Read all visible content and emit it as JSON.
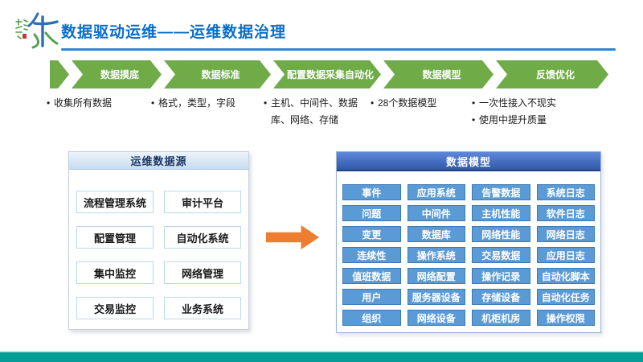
{
  "header": {
    "title": "数据驱动运维——运维数据治理"
  },
  "process": {
    "steps": [
      {
        "label": "数据摸底",
        "bullets": [
          "收集所有数据"
        ]
      },
      {
        "label": "数据标准",
        "bullets": [
          "格式，类型，字段"
        ]
      },
      {
        "label": "配置数据采集自动化",
        "bullets": [
          "主机、中间件、数据库、网络、存储"
        ]
      },
      {
        "label": "数据模型",
        "bullets": [
          "28个数据模型"
        ]
      },
      {
        "label": "反馈优化",
        "bullets": [
          "一次性接入不现实",
          "使用中提升质量"
        ]
      }
    ]
  },
  "source_panel": {
    "title": "运维数据源",
    "items": [
      "流程管理系统",
      "审计平台",
      "配置管理",
      "自动化系统",
      "集中监控",
      "网络管理",
      "交易监控",
      "业务系统"
    ]
  },
  "model_panel": {
    "title": "数据模型",
    "items": [
      "事件",
      "应用系统",
      "告警数据",
      "系统日志",
      "问题",
      "中间件",
      "主机性能",
      "软件日志",
      "变更",
      "数据库",
      "网络性能",
      "网络日志",
      "连续性",
      "操作系统",
      "交易数据",
      "应用日志",
      "值班数据",
      "网络配置",
      "操作记录",
      "自动化脚本",
      "用户",
      "服务器设备",
      "存储设备",
      "自动化任务",
      "组织",
      "网络设备",
      "机柜机房",
      "操作权限"
    ]
  },
  "colors": {
    "title_blue": "#0B6EC8",
    "underline_blue": "#2E86D6",
    "chevron_green": "#6FAC47",
    "arrow_orange": "#ED7D31",
    "model_button_blue": "#5B9BD5",
    "footer_teal": "#009E96"
  }
}
